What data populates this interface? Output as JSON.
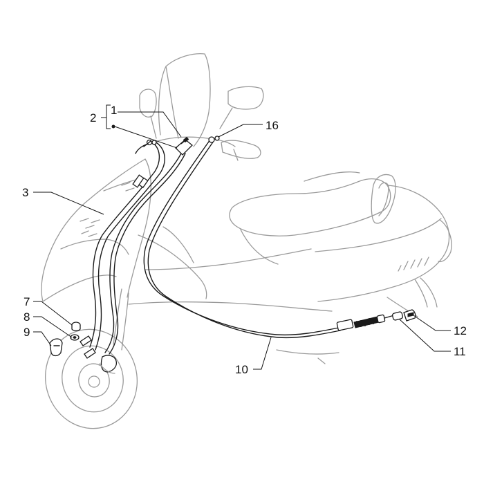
{
  "callouts": {
    "c1": "1",
    "c2": "2",
    "c3": "3",
    "c7": "7",
    "c8": "8",
    "c9": "9",
    "c10": "10",
    "c11": "11",
    "c12": "12",
    "c16": "16"
  },
  "colors": {
    "ghost_outline": "#9a9a9a",
    "cable_ink": "#1a1a1a",
    "background": "#ffffff"
  }
}
